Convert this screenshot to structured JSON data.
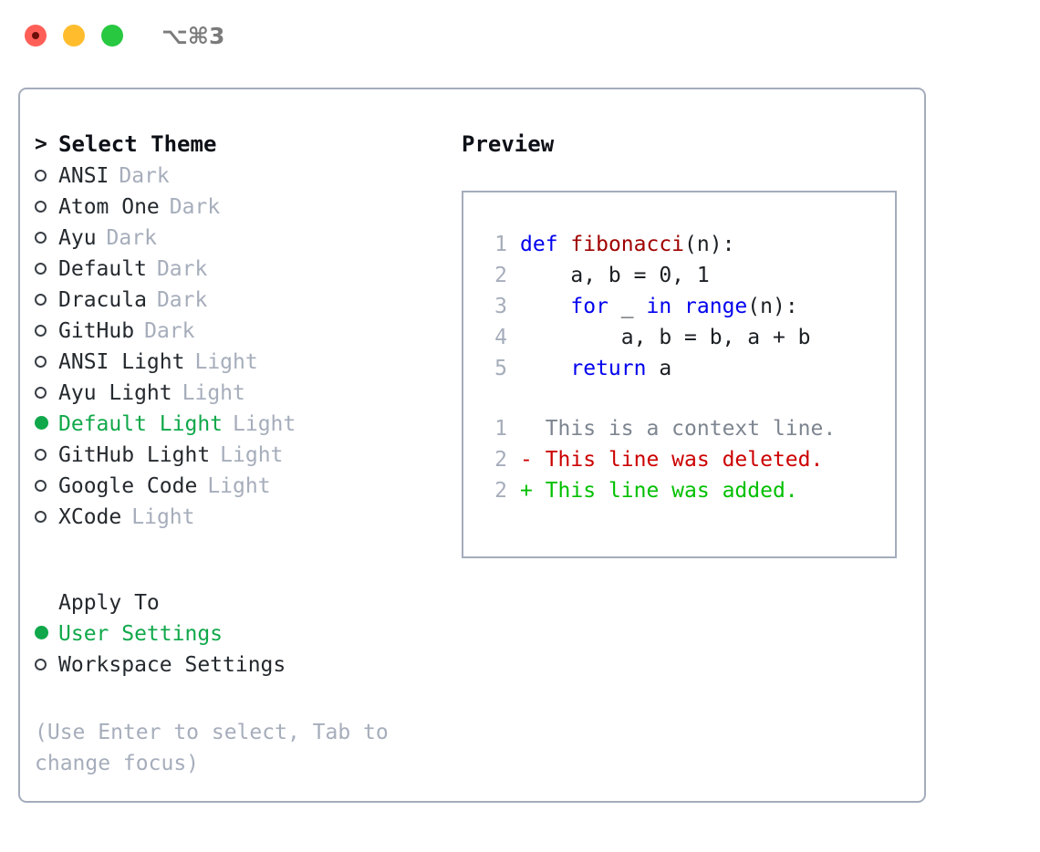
{
  "titlebar": {
    "lights": [
      {
        "name": "close",
        "color": "#ff5f57"
      },
      {
        "name": "minimize",
        "color": "#ffbd2e"
      },
      {
        "name": "maximize",
        "color": "#28c840"
      }
    ],
    "shortcut": "⌥⌘3"
  },
  "theme_list": {
    "header_caret": ">",
    "header": "Select Theme",
    "items": [
      {
        "marker": "○",
        "label": "ANSI",
        "tag": "Dark",
        "selected": false
      },
      {
        "marker": "○",
        "label": "Atom One",
        "tag": "Dark",
        "selected": false
      },
      {
        "marker": "○",
        "label": "Ayu",
        "tag": "Dark",
        "selected": false
      },
      {
        "marker": "○",
        "label": "Default",
        "tag": "Dark",
        "selected": false
      },
      {
        "marker": "○",
        "label": "Dracula",
        "tag": "Dark",
        "selected": false
      },
      {
        "marker": "○",
        "label": "GitHub",
        "tag": "Dark",
        "selected": false
      },
      {
        "marker": "○",
        "label": "ANSI Light",
        "tag": "Light",
        "selected": false
      },
      {
        "marker": "○",
        "label": "Ayu Light",
        "tag": "Light",
        "selected": false
      },
      {
        "marker": "●",
        "label": "Default Light",
        "tag": "Light",
        "selected": true
      },
      {
        "marker": "○",
        "label": "GitHub Light",
        "tag": "Light",
        "selected": false
      },
      {
        "marker": "○",
        "label": "Google Code",
        "tag": "Light",
        "selected": false
      },
      {
        "marker": "○",
        "label": "XCode",
        "tag": "Light",
        "selected": false
      }
    ]
  },
  "apply_to": {
    "title": "Apply To",
    "options": [
      {
        "marker": "●",
        "label": "User Settings",
        "selected": true
      },
      {
        "marker": "○",
        "label": "Workspace Settings",
        "selected": false
      }
    ]
  },
  "hint": "(Use Enter to select, Tab to change focus)",
  "preview": {
    "title": "Preview",
    "code_lines": [
      {
        "no": "1",
        "tokens": [
          {
            "t": "def",
            "c": "kw"
          },
          {
            "t": " ",
            "c": "plain"
          },
          {
            "t": "fibonacci",
            "c": "fn"
          },
          {
            "t": "(n):",
            "c": "plain"
          }
        ]
      },
      {
        "no": "2",
        "tokens": [
          {
            "t": "    a, b = 0, 1",
            "c": "plain"
          }
        ]
      },
      {
        "no": "3",
        "tokens": [
          {
            "t": "    ",
            "c": "plain"
          },
          {
            "t": "for",
            "c": "kw"
          },
          {
            "t": " _ ",
            "c": "plain"
          },
          {
            "t": "in",
            "c": "kw"
          },
          {
            "t": " ",
            "c": "plain"
          },
          {
            "t": "range",
            "c": "kw"
          },
          {
            "t": "(n):",
            "c": "plain"
          }
        ]
      },
      {
        "no": "4",
        "tokens": [
          {
            "t": "        a, b = b, a + b",
            "c": "plain"
          }
        ]
      },
      {
        "no": "5",
        "tokens": [
          {
            "t": "    ",
            "c": "plain"
          },
          {
            "t": "return",
            "c": "kw"
          },
          {
            "t": " a",
            "c": "plain"
          }
        ]
      }
    ],
    "diff_lines": [
      {
        "no": "1",
        "sign": " ",
        "text": " This is a context line.",
        "kind": "ctx"
      },
      {
        "no": "2",
        "sign": "-",
        "text": " This line was deleted.",
        "kind": "del"
      },
      {
        "no": "2",
        "sign": "+",
        "text": " This line was added.",
        "kind": "add"
      }
    ]
  },
  "colors": {
    "accent_green": "#10a84a",
    "border": "#a4adbc",
    "muted": "#a6adbb",
    "keyword_blue": "#0000ee",
    "function_red": "#a00000",
    "diff_delete": "#cc0000",
    "diff_add": "#00c000"
  }
}
